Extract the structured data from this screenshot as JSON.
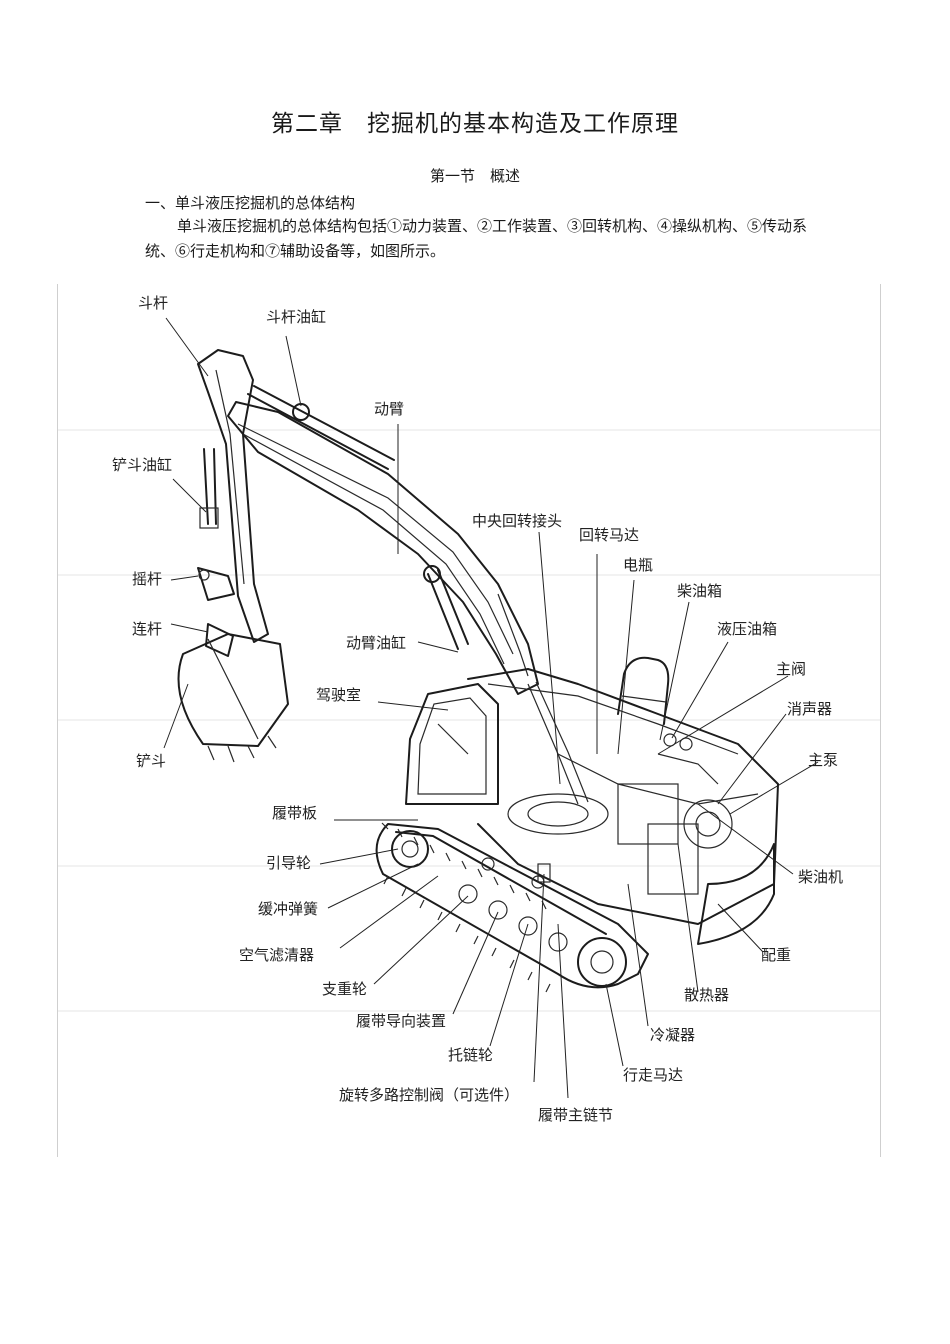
{
  "title": "第二章　挖掘机的基本构造及工作原理",
  "section": "第一节　概述",
  "heading": "一、单斗液压挖掘机的总体结构",
  "paragraph": "单斗液压挖掘机的总体结构包括①动力装置、②工作装置、③回转机构、④操纵机构、⑤传动系统、⑥行走机构和⑦辅助设备等，如图所示。",
  "figure": {
    "labels": {
      "dougan": "斗杆",
      "dougan_yougang": "斗杆油缸",
      "dongbi": "动臂",
      "chandou_yougang": "铲斗油缸",
      "zhongyang_huizhuan_jietou": "中央回转接头",
      "huizhuan_mada": "回转马达",
      "dianping": "电瓶",
      "chaiyouxiang": "柴油箱",
      "yaogan": "摇杆",
      "yeya_youxiang": "液压油箱",
      "liangan": "连杆",
      "dongbi_yougang": "动臂油缸",
      "zhufa": "主阀",
      "jiashishi": "驾驶室",
      "xiaoshengqi": "消声器",
      "chandou": "铲斗",
      "zhubeng": "主泵",
      "lvdaiban": "履带板",
      "yindaolun": "引导轮",
      "chaiyouji": "柴油机",
      "huanchong_tanhuang": "缓冲弹簧",
      "kongqi_lvqingqi": "空气滤清器",
      "peizhong": "配重",
      "zhizhonglun": "支重轮",
      "sanreqi": "散热器",
      "lvdai_daoxiang": "履带导向装置",
      "lengningqi": "冷凝器",
      "tuolianlun": "托链轮",
      "xingzou_mada": "行走马达",
      "xuanzhuan_kongzhifa": "旋转多路控制阀（可选件）",
      "lvdai_zhulianjie": "履带主链节"
    }
  }
}
